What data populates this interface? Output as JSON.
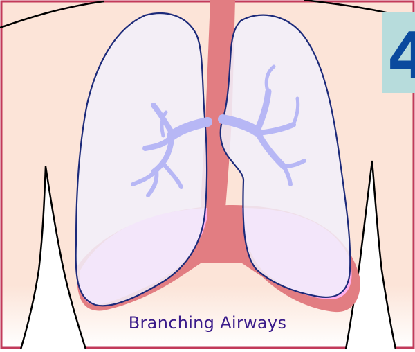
{
  "caption": "Branching Airways",
  "slide_number": "4",
  "colors": {
    "frame": "#c23a5a",
    "skin": "#fce4d8",
    "lung_fill": "#f1f0fb",
    "lung_outline": "#1c2a7a",
    "airway": "#b7b7f5",
    "trachea": "#e27d82",
    "diaphragm_pink": "#ffb0ee",
    "badge_bg": "#b7dcdc",
    "badge_text": "#0a4a9e",
    "caption_text": "#3a1a8a"
  },
  "icons": [
    "lungs-illustration",
    "trachea-illustration",
    "bronchi-illustration",
    "diaphragm-illustration"
  ]
}
